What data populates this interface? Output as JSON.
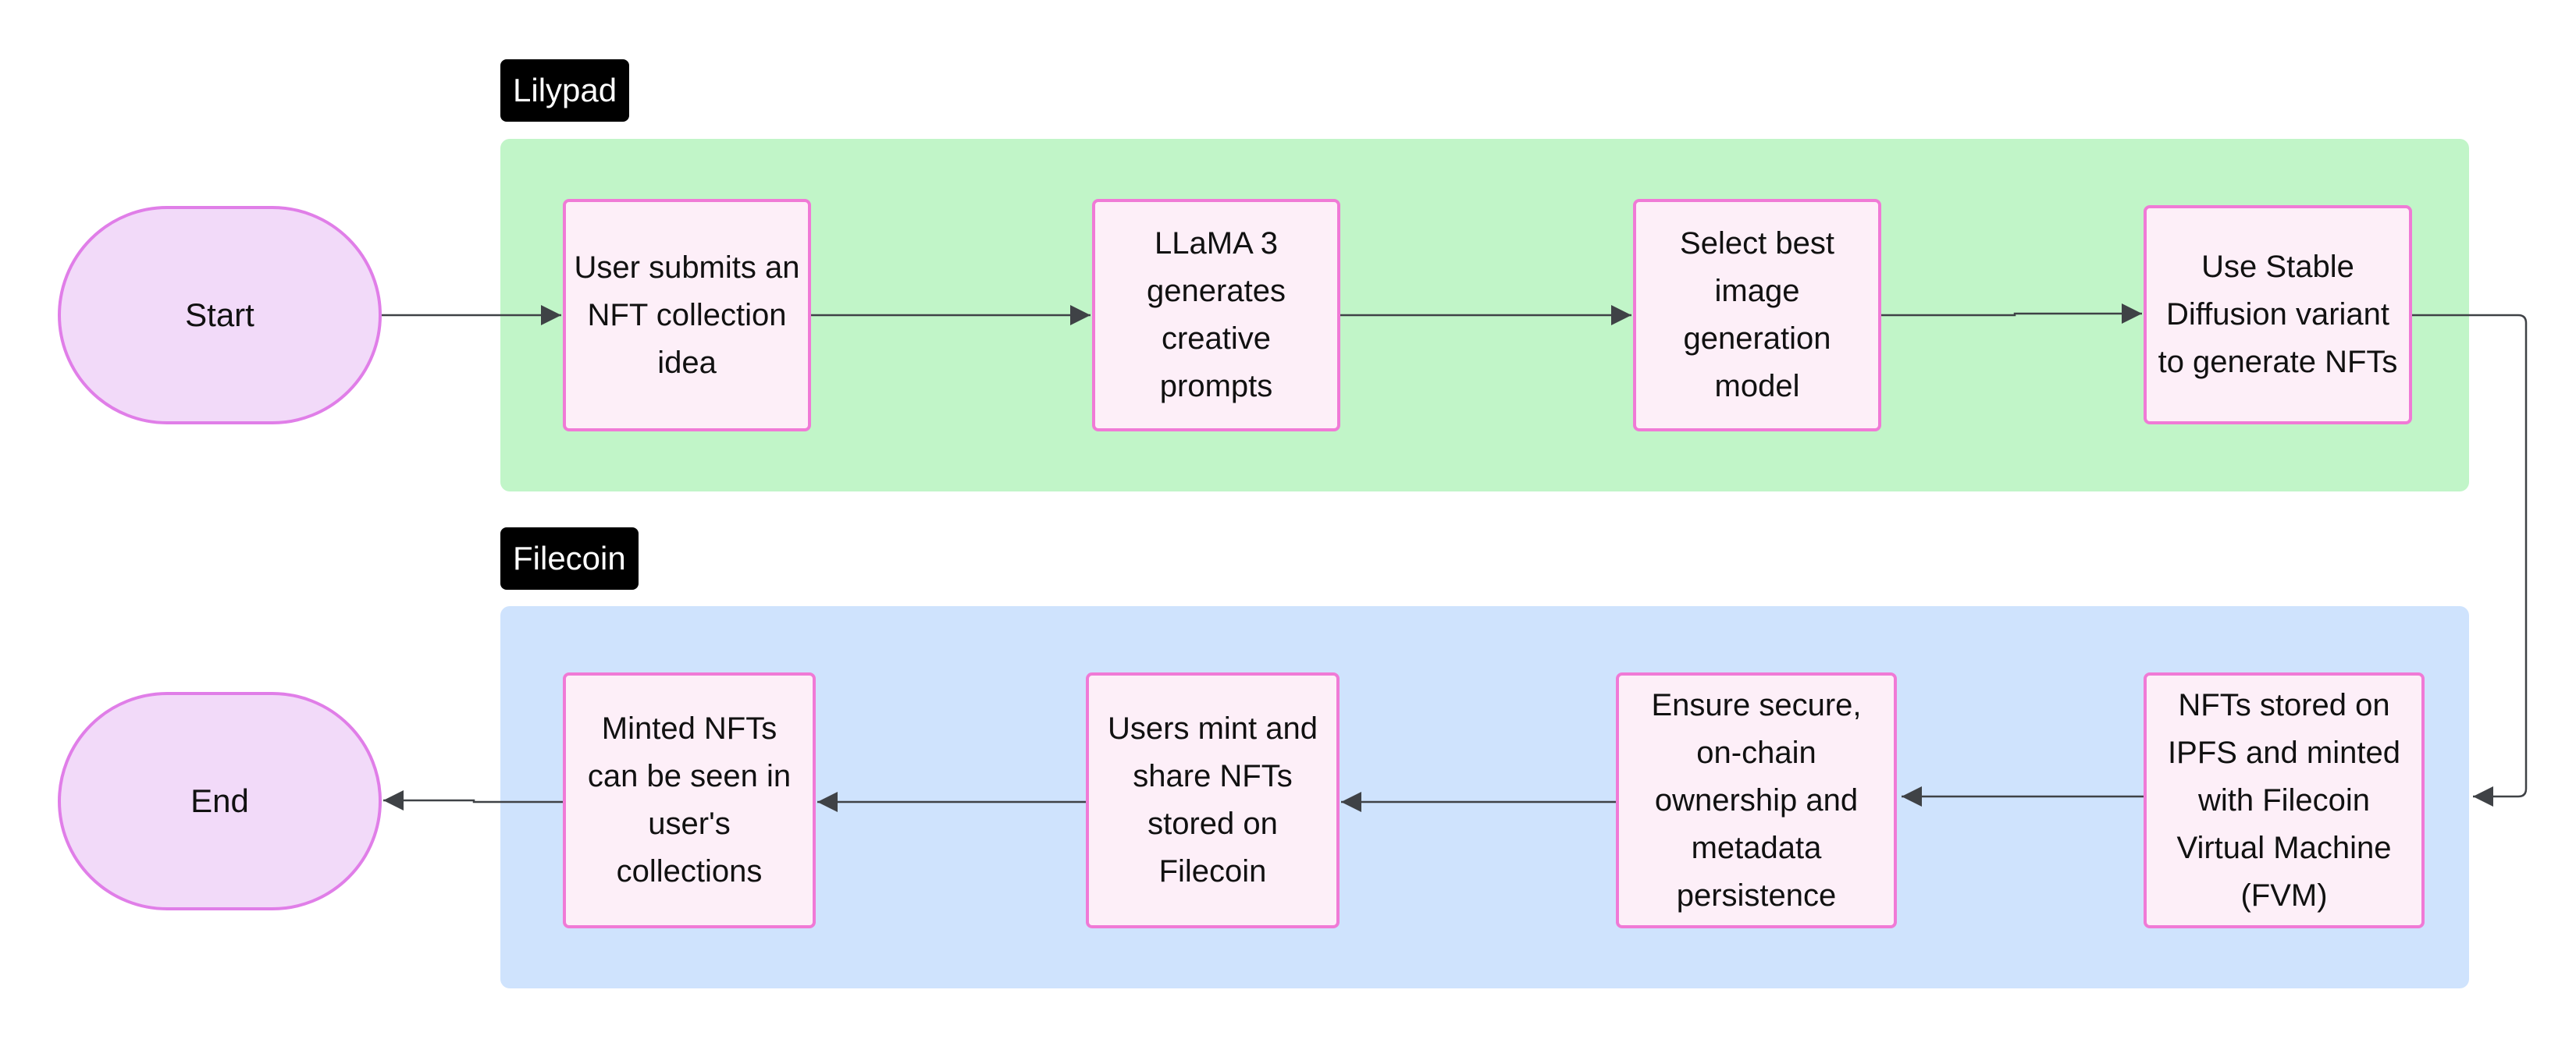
{
  "groups": {
    "lilypad": {
      "label": "Lilypad",
      "color": "#c1f5c8"
    },
    "filecoin": {
      "label": "Filecoin",
      "color": "#cfe3fd"
    }
  },
  "terminals": {
    "start": "Start",
    "end": "End"
  },
  "nodes": {
    "submit": "User submits an NFT collection idea",
    "llama": "LLaMA 3 generates creative prompts",
    "select": "Select best image generation model",
    "stable": "Use Stable Diffusion variant to generate NFTs",
    "ipfs": "NFTs stored on IPFS and minted with Filecoin Virtual Machine (FVM)",
    "secure": "Ensure secure, on-chain ownership and metadata persistence",
    "mint": "Users mint and share NFTs stored on Filecoin",
    "minted": "Minted NFTs can be seen in user's collections"
  },
  "colors": {
    "node_fill": "#fdeff8",
    "node_border": "#f07ad6",
    "terminal_fill": "#f2daf9",
    "edge": "#3f4246"
  }
}
